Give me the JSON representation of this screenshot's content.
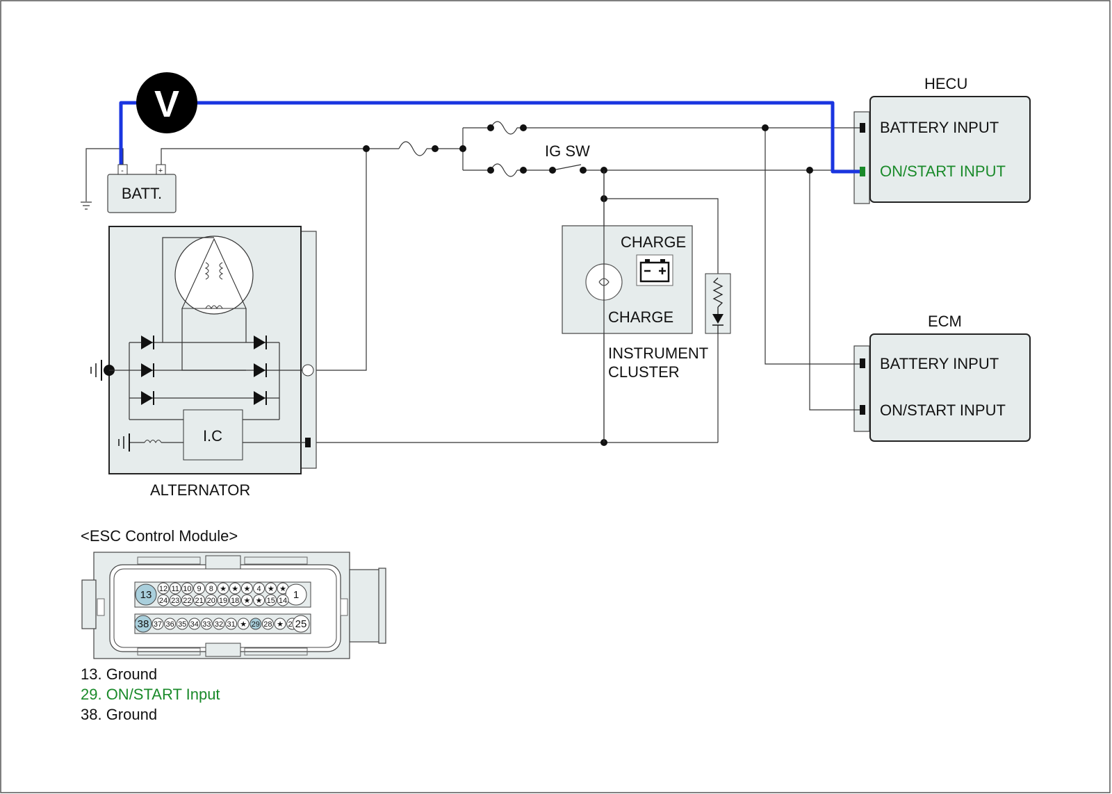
{
  "labels": {
    "hecu_title": "HECU",
    "hecu_battery_input": "BATTERY INPUT",
    "hecu_on_start_input": "ON/START INPUT",
    "ecm_title": "ECM",
    "ecm_battery_input": "BATTERY INPUT",
    "ecm_on_start_input": "ON/START INPUT",
    "battery": "BATT.",
    "battery_minus": "-",
    "battery_plus": "+",
    "voltmeter": "V",
    "ig_sw": "IG SW",
    "cluster_charge_top": "CHARGE",
    "cluster_charge_bottom": "CHARGE",
    "cluster_name_line1": "INSTRUMENT",
    "cluster_name_line2": "CLUSTER",
    "alternator": "ALTERNATOR",
    "ic": "I.C",
    "connector_title": "<ESC Control Module>"
  },
  "connector": {
    "row1": [
      "13",
      "12",
      "11",
      "10",
      "9",
      "8",
      "★",
      "★",
      "★",
      "4",
      "★",
      "★",
      "1"
    ],
    "row2": [
      "24",
      "23",
      "22",
      "21",
      "20",
      "19",
      "18",
      "★",
      "★",
      "15",
      "14"
    ],
    "row3": [
      "38",
      "37",
      "36",
      "35",
      "34",
      "33",
      "32",
      "31",
      "★",
      "29",
      "28",
      "★",
      "26",
      "25"
    ]
  },
  "pin_legend": [
    {
      "text": "13. Ground",
      "highlight": false
    },
    {
      "text": "29. ON/START Input",
      "highlight": true
    },
    {
      "text": "38. Ground",
      "highlight": false
    }
  ],
  "colors": {
    "probe_wire": "#1a35e0",
    "highlight_text": "#1a8a2a",
    "highlight_pin": "#a9cfdc",
    "box_fill": "#e6ecec"
  }
}
